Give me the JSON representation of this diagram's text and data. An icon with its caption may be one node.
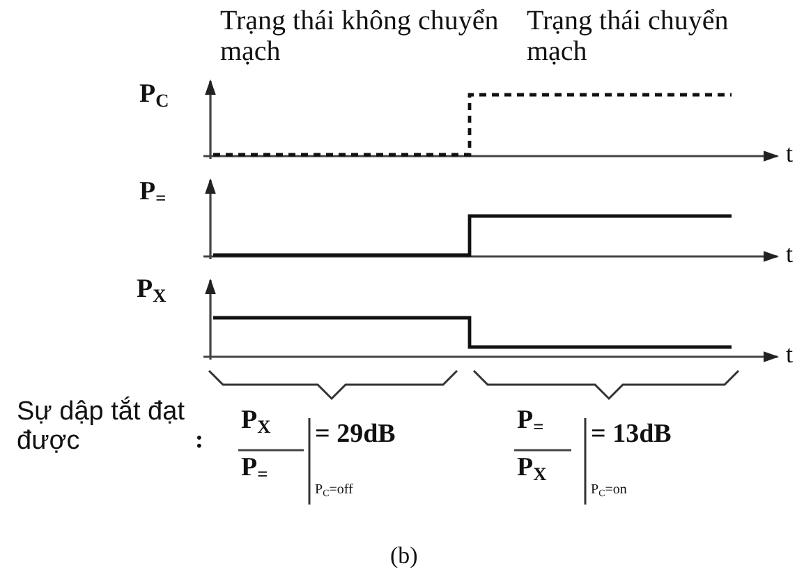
{
  "diagram": {
    "labels": [
      "Trạng thái không chuyển mạch",
      "Trạng thái chuyển mạch",
      "P$_{C}$",
      "t",
      "P$_{=}$",
      "t",
      "P$_{X}$",
      "t",
      "Sự dập tắt đạt được",
      ":",
      "P$_{X}$",
      "P$_{=}$",
      "= 29dB",
      "P$_{C}$=off",
      "P$_{=}$",
      "P$_{X}$",
      "= 13dB",
      "P$_{C}$=on",
      "(b)"
    ]
  }
}
